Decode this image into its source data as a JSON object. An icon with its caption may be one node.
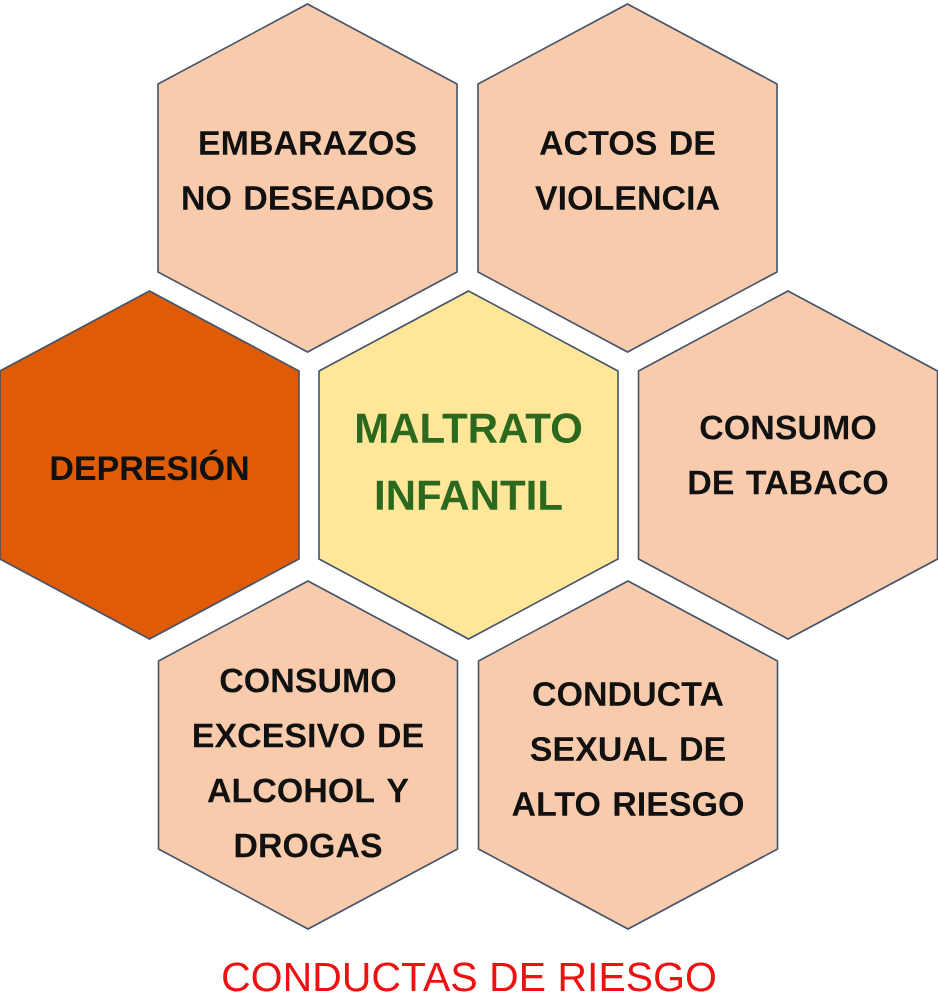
{
  "diagram": {
    "caption": "CONDUCTAS DE RIESGO",
    "nodes": [
      {
        "text": [
          "EMBARAZOS NO DESEADOS"
        ]
      },
      {
        "text": [
          "ACTOS DE VIOLENCIA"
        ]
      },
      {
        "text": [
          "DEPRESIÓN"
        ]
      },
      {
        "text": [
          "MALTRATO INFANTIL"
        ]
      },
      {
        "text": [
          "CONSUMO DE TABACO"
        ]
      },
      {
        "text": [
          "CONSUMO EXCESIVO DE ALCOHOL Y DROGAS"
        ]
      },
      {
        "text": [
          "CONDUCTA SEXUAL DE ALTO RIESGO"
        ]
      }
    ]
  }
}
